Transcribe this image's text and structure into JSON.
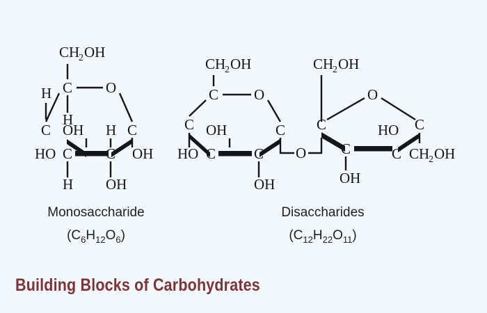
{
  "page": {
    "background_color": "#f2f8fb",
    "title": "Building Blocks of Carbohydrates",
    "title_color": "#7d3437"
  },
  "diagram": {
    "type": "chemical-structure-diagram",
    "bond_color": "#14161c",
    "panels": [
      {
        "id": "monosaccharide",
        "caption": "Monosaccharide",
        "formula_parts": [
          "(C",
          "6",
          "H",
          "12",
          "O",
          "6",
          ")"
        ],
        "ring_type": "pyranose",
        "atoms": [
          "CH2OH",
          "C",
          "O",
          "C",
          "C",
          "C",
          "C",
          "H",
          "H",
          "H",
          "H",
          "HO",
          "OH",
          "OH",
          "OH"
        ]
      },
      {
        "id": "disaccharide",
        "caption": "Disaccharides",
        "formula_parts": [
          "(C",
          "12",
          "H",
          "22",
          "O",
          "11",
          ")"
        ],
        "ring_type": "pyranose + furanose",
        "atoms": [
          "CH2OH",
          "C",
          "O",
          "C",
          "C",
          "C",
          "C",
          "HO",
          "OH",
          "OH",
          "O",
          "CH2OH",
          "HO",
          "CH2OH"
        ]
      }
    ],
    "labels": {
      "ch2oh": "CH",
      "ch2oh_sub": "2",
      "ch2oh_tail": "OH",
      "carbon": "C",
      "oxygen": "O",
      "hydrogen": "H",
      "hydroxyl_left": "HO",
      "hydroxyl_right": "OH"
    }
  }
}
